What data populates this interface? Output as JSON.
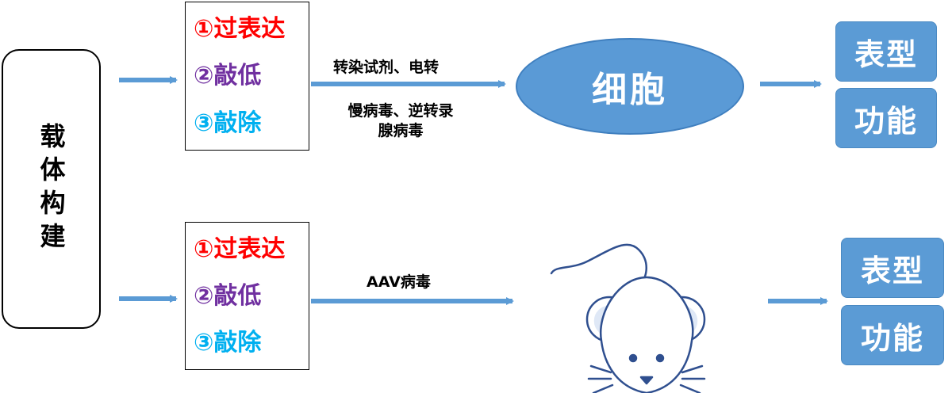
{
  "vector": {
    "label": "载体构建"
  },
  "strategies_top": [
    {
      "text": "①过表达",
      "color": "#ff0000"
    },
    {
      "text": "②敲低",
      "color": "#7030a0"
    },
    {
      "text": "③敲除",
      "color": "#00b0f0"
    }
  ],
  "strategies_bottom": [
    {
      "text": "①过表达",
      "color": "#ff0000"
    },
    {
      "text": "②敲低",
      "color": "#7030a0"
    },
    {
      "text": "③敲除",
      "color": "#00b0f0"
    }
  ],
  "delivery": {
    "transfection": "转染试剂、电转",
    "viral_line1": "慢病毒、逆转录",
    "viral_line2": "腺病毒",
    "aav": "AAV病毒"
  },
  "targets": {
    "cell": "细胞",
    "mouse_icon": "mouse-icon"
  },
  "results_top": [
    "表型",
    "功能"
  ],
  "results_bottom": [
    "表型",
    "功能"
  ],
  "colors": {
    "arrow": "#5b9bd5",
    "cell": "#5a9ad6",
    "result": "#5b9bd5",
    "mouse_stroke": "#2f4f8f"
  }
}
